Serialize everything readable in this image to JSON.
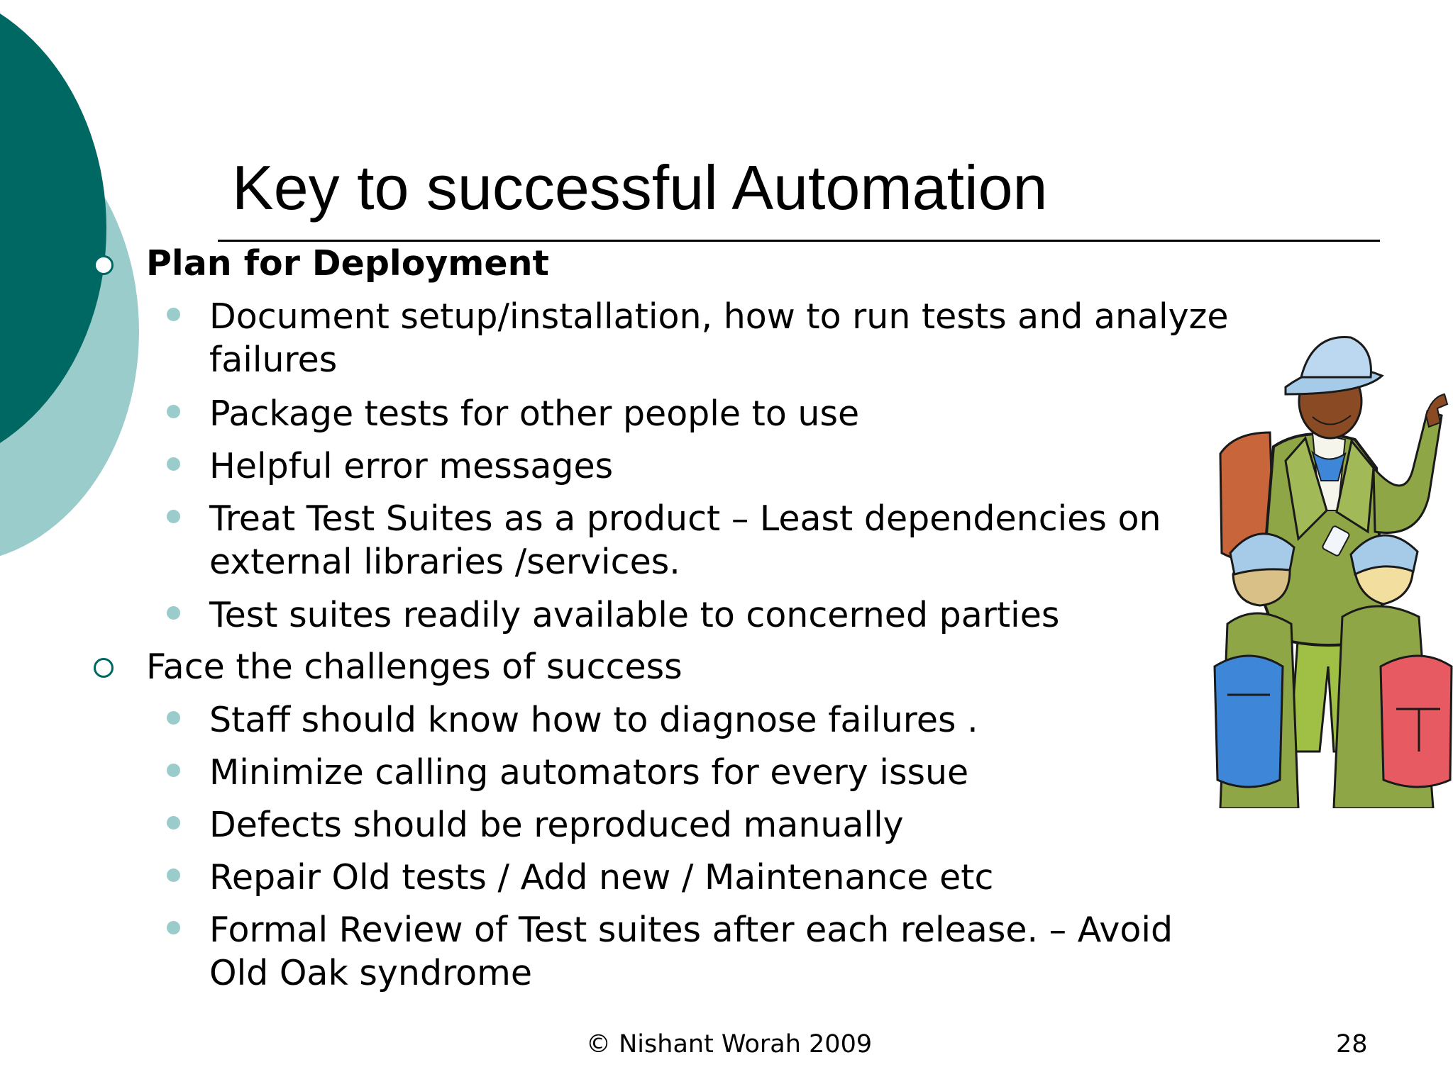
{
  "slide": {
    "title": "Key to successful Automation",
    "sections": [
      {
        "heading": "Plan for Deployment",
        "bullets": [
          [
            "Document setup/installation, how to run tests and analyze",
            "failures"
          ],
          [
            "Package tests for other people to use"
          ],
          [
            "Helpful error messages"
          ],
          [
            "Treat Test Suites as a product – Least dependencies on",
            "external libraries /services."
          ],
          [
            "Test suites readily available to concerned parties"
          ]
        ]
      },
      {
        "heading": "Face the challenges of success",
        "bullets": [
          [
            "Staff should know how to diagnose failures ."
          ],
          [
            "Minimize calling automators for every issue"
          ],
          [
            "Defects should be reproduced manually"
          ],
          [
            "Repair Old tests / Add new /  Maintenance etc"
          ],
          [
            "Formal Review of Test suites after each release. – Avoid",
            "Old Oak syndrome"
          ]
        ]
      }
    ],
    "footer": {
      "copyright": "© Nishant Worah 2009",
      "page_number": "28"
    }
  },
  "theme": {
    "dark_teal": "#006862",
    "light_teal": "#9bcccc",
    "text": "#000000"
  },
  "illustration": {
    "icon": "teacher-with-children-clipart"
  }
}
